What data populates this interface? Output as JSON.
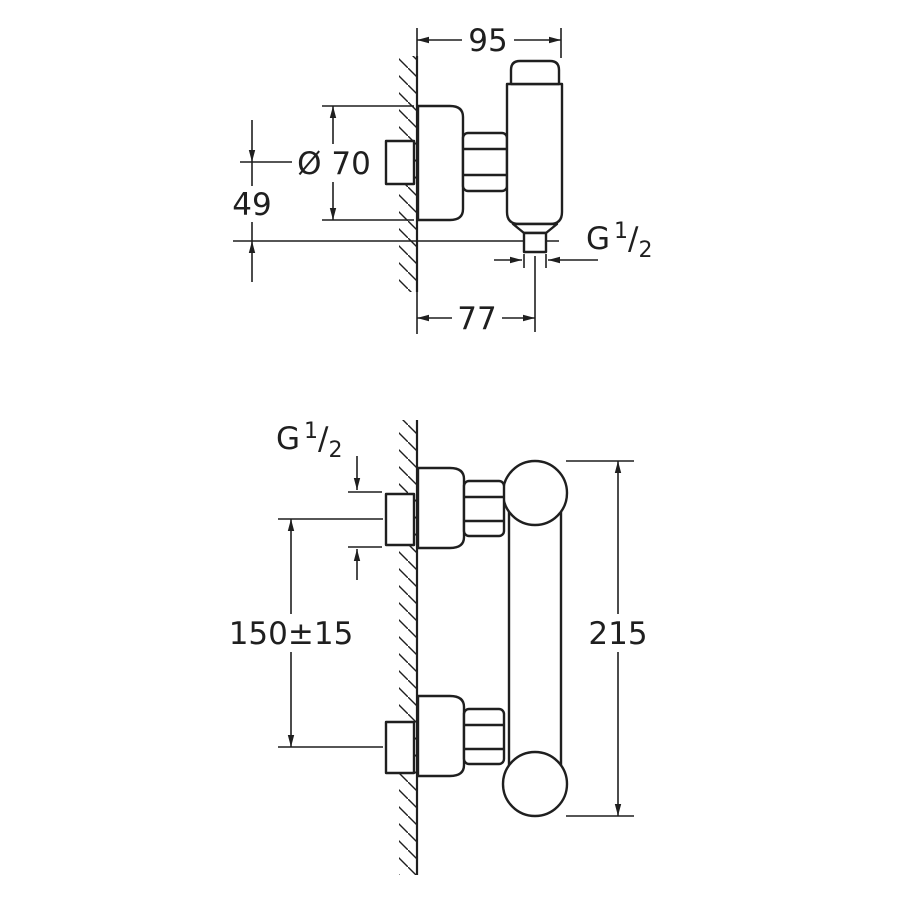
{
  "colors": {
    "line": "#1f1f1f",
    "background": "#ffffff"
  },
  "product_drawing": {
    "views": {
      "top": {
        "dims": {
          "projection": "95",
          "escutcheon_diameter": "Ø 70",
          "outlet_offset": "49",
          "outlet_projection": "77",
          "outlet_thread": {
            "prefix": "G",
            "numerator": "1",
            "slash": "/",
            "denominator": "2"
          }
        }
      },
      "front": {
        "dims": {
          "inlet_thread": {
            "prefix": "G",
            "numerator": "1",
            "slash": "/",
            "denominator": "2"
          },
          "inlet_center_distance": "150±15",
          "body_height": "215"
        }
      }
    }
  }
}
